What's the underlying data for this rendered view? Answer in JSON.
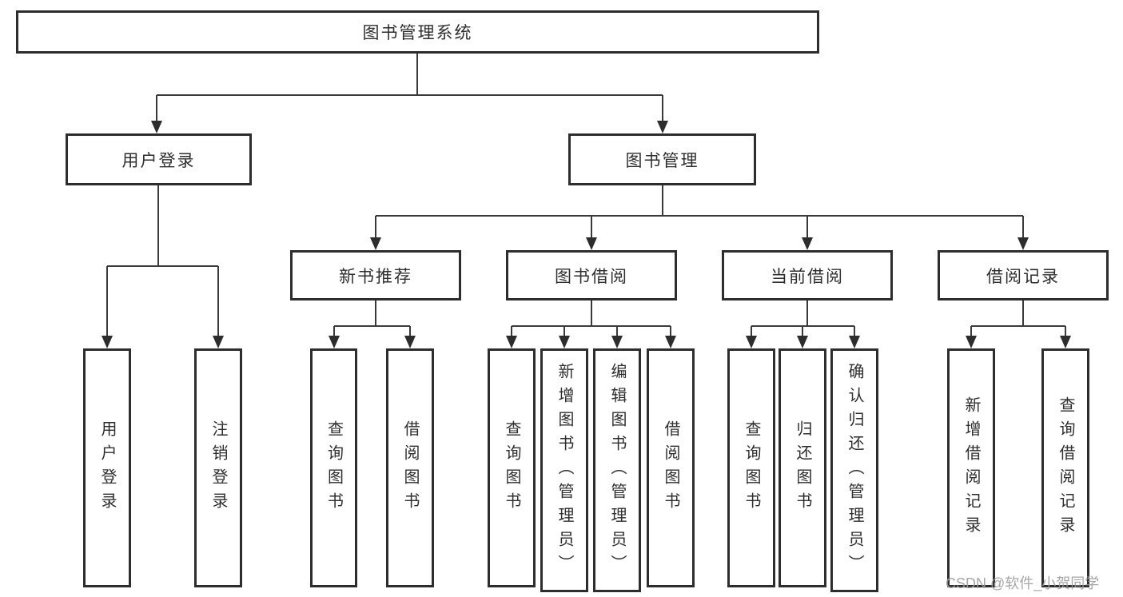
{
  "diagram": {
    "root": {
      "label": "图书管理系统",
      "children": [
        {
          "label": "用户登录",
          "children": [
            {
              "label": "用户登录"
            },
            {
              "label": "注销登录"
            }
          ]
        },
        {
          "label": "图书管理",
          "children": [
            {
              "label": "新书推荐",
              "children": [
                {
                  "label": "查询图书"
                },
                {
                  "label": "借阅图书"
                }
              ]
            },
            {
              "label": "图书借阅",
              "children": [
                {
                  "label": "查询图书"
                },
                {
                  "label": "新增图书（管理员）"
                },
                {
                  "label": "编辑图书（管理员）"
                },
                {
                  "label": "借阅图书"
                }
              ]
            },
            {
              "label": "当前借阅",
              "children": [
                {
                  "label": "查询图书"
                },
                {
                  "label": "归还图书"
                },
                {
                  "label": "确认归还（管理员）"
                }
              ]
            },
            {
              "label": "借阅记录",
              "children": [
                {
                  "label": "新增借阅记录"
                },
                {
                  "label": "查询借阅记录"
                }
              ]
            }
          ]
        }
      ]
    }
  },
  "watermark": {
    "text": "CSDN @软件_小贺同学",
    "color": "#9e9e9e"
  },
  "colors": {
    "background": "#ffffff",
    "box_border": "#2d2d2d",
    "line": "#3a3a3a",
    "text": "#2e2e2e"
  }
}
